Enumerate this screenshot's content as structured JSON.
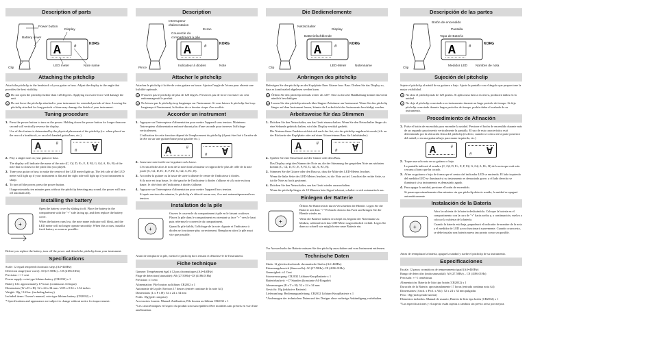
{
  "labels": {
    "en": {
      "power": "Power button",
      "battery_cover": "Battery cover",
      "display": "Display",
      "clip": "Clip",
      "led": "LED meter",
      "note": "Note name"
    },
    "fr": {
      "power": "Interrupteur d'alimentation",
      "cover": "Couvercle du compartiment à pile",
      "display": "Ecran",
      "clip": "Pince",
      "led": "Indicateur à diodes",
      "note": "Note"
    },
    "de": {
      "power": "Netzschalter",
      "cover": "Batteriefachblende",
      "display": "Display",
      "clip": "Clip",
      "led": "LED-Meter",
      "note": "Notenname"
    },
    "es": {
      "power": "Botón de encendido",
      "display": "Pantalla",
      "cover": "Tapa de Batería",
      "clip": "Clip",
      "led": "Medidor LED",
      "note": "Nombre de nota"
    }
  },
  "brand": "KORG",
  "display_char": "A",
  "display_sharp": "#",
  "en": {
    "h_parts": "Description of parts",
    "h_attach": "Attaching the pitchclip",
    "attach": "Attach the pitchclip to the headstock of your guitar or bass. Adjust the display to the angle that provides the best visibility.",
    "warn1": "Do not open the pitchclip further than 120 degrees. Applying excessive force will damage the unit.",
    "warn2": "Do not leave the pitchclip attached to your instrument for extended periods of time. Leaving the pitchclip attached for long periods of time may damage the finish of your instrument.",
    "h_tuning": "Tuning procedure",
    "s1": "Press the power button to turn on the power. Holding down the power button for longer than one second will vertically reverse the display.",
    "s1note": "Use of this feature is determined by the physical placement of the pitchclip (i.e. when placed on the rear of a headstock, or on a left handed guitar/bass, etc.)",
    "s2": "Play a single note on your guitar or bass.",
    "s2note": "The display will indicate the name of the note (C, C♯, D, E♭, E, F, F♯, G, G♯, A, B♭, B) of the note that is closest to the pitch that you played.",
    "s3": "Tune your guitar or bass to make the center of the LED meter light up. The left side of the LED meter will light up if your instrument is flat and the right side will light up if your instrument is sharp.",
    "s4": "To turn off the power, press the power button.",
    "s4note": "If approximately ten minutes pass without the pitchclip detecting any sound, the power will turn off automatically.",
    "h_battery": "Installing the battery",
    "b1": "Open the battery cover by sliding it off. Place the battery in the compartment with the \"+\" side facing up, and then replace the battery cover.",
    "b2": "When the battery runs low, the note name indicator will blink, and the LED meter will no longer operate smoothly. When this occurs, install a fresh battery as soon as possible.",
    "b3": "Before you replace the battery, turn off the power and detach the pitchclip from your instrument.",
    "h_specs": "Specifications",
    "sp1": "Scale: 12 equal tempered chromatic steps (A4=440Hz)",
    "sp2": "Detection range (sine wave): A0 (27.50Hz) – C8 (4186.01Hz)",
    "sp3": "Precision: +/-1 cent",
    "sp4": "Power supply: coin-type lithium battery (CR2032) x 1",
    "sp5": "Battery life: approximately 17 hours (continuous A4 input)",
    "sp6": "Dimensions (W x D x H): 52 x 24 x 34 mm / 2.05 x 0.94 x 1.34 inches",
    "sp7": "Weight: 18g / 0.63oz. (including battery)",
    "sp8": "Included items: Owner's manual, coin-type lithium battery (CR2032) x 1",
    "fn": "* Specifications and appearance are subject to change without notice for improvement."
  },
  "fr": {
    "h_parts": "Description",
    "h_attach": "Attacher le pitchclip",
    "attach": "Attachez le pitchclip à la tête de votre guitare ou basse. Ajustez l'angle de l'écran pour obtenir une lisibilité optimale.",
    "warn1": "N'ouvrez pas le pitchclip de plus de 120 degrés. N'exercez pas de force excessive car cela endommagerait le produit.",
    "warn2": "Ne laissez pas le pitchclip trop longtemps sur l'instrument. Si vous laissez le pitchclip fixé trop longtemps à l'instrument, la finition de ce dernier risque d'en souffrir.",
    "h_tuning": "Accorder un instrument",
    "s1": "Appuyez sur l'interrupteur d'alimentation pour mettre l'appareil sous tension. Maintenez l'interrupteur d'alimentation enfoncé durant plus d'une seconde pour inverser l'affichage verticalement.",
    "s1note": "L'utilisation de cette fonction dépend de l'emplacement du pitchclip (il peut être fixé à l'arrière de la tête ou sur une guitare/basse pour gaucher etc.).",
    "s2": "Jouez une note isolée sur la guitare ou la basse.",
    "s2note": "L'écran affiche alors le nom de la note dont la hauteur se rapproche le plus de celle de la note jouée (C, C♯, D, E♭, E, F, F♯, G, G♯, A, B♭, B).",
    "s3": "Accordez la guitare ou la basse de sorte à allumer le centre de l'indicateur à diodes.",
    "s3note": "Si la note est trop basse, le côté gauche de l'indicateur à diodes s'allume et si la note est trop haute, le côté droit de l'indicateur à diodes s'allume.",
    "s4": "Appuyez sur l'interrupteur d'alimentation pour mettre l'appareil hors tension.",
    "s4note": "Si après environ dix minutes, le pitchclip n'a détecté aucun son, il se met automatiquement hors tension.",
    "h_battery": "Installation de la pile",
    "b1": "Ouvrez le couvercle du compartiment à pile en le faisant coulisser. Placez la pile dans le compartiment en orientant sa face \"+\" vers le haut puis refermez le couvercle du compartiment.",
    "b2": "Quand la pile faiblit, l'affichage de la note clignote et l'indicateur à diodes ne fonctionne plus correctement. Remplacez alors la pile aussi vite que possible.",
    "b3": "Avant de remplacer la pile, mettez le pitchclip hors tension et détachez-le de l'instrument.",
    "h_specs": "Fiche technique",
    "sp1": "Gamme: Tempérament égal à 12 pas chromatiques (A4=440Hz)",
    "sp2": "Plage de détection (sinusoïde): A0 (27.50Hz)~C8 (4186.01Hz)",
    "sp3": "Précision: ±1 cent",
    "sp4": "Alimentation: Pile bouton au lithium CR2032 x 1",
    "sp5": "Autonomie de la pile: Environ 17 heures (entrée continue de la note A4)",
    "sp6": "Dimensions (L x P x H): 52 x 24 x 34 mm",
    "sp7": "Poids: 18g (pile comprise)",
    "sp8": "Accessoires fournis: Manuel d'utilisation, Pile bouton au lithium CR2032 x 1",
    "fn": "*Les caractéristiques et l'aspect du produit sont susceptibles d'être modifiés sans préavis en vue d'une amélioration."
  },
  "de": {
    "h_parts": "Die Bedienelemente",
    "h_attach": "Anbringen des pitchclip",
    "attach": "Befestigen Sie den pitchclip an der Kopfplatte Ihrer Gitarre bzw. Bass. Drehen Sie das Display so, dass es komfortabel abgelesen werden kann.",
    "warn1": "Öffnen Sie den pitchclip niemals weiter als 120°. Eine zu forsche Handhabung könnte das Gerät nämlich beschädigen.",
    "warn2": "Lassen Sie den pitchclip niemals über längere Zeiträume am Instrument. Wenn Sie den pitchclip länger auf dem Instrument lassen, könnte die Lackschicht des Instruments beschädigt werden.",
    "h_tuning": "Arbeitsweise für das Stimmen",
    "s1": "Drücken Sie den Netzschalter, um das Gerät einzuschalten. Wenn Sie den Netzschalter länger als eine Sekunde gedrückt halten, wird das Display vertikal gedreht.",
    "s1note": "Die Nutzen dieser Funktion richtet sich nach der Art, wie der pitchclip angebracht wurde (d.h. an der Rückseite der Kopfplatte oder auf einer Gitarre/einem Bass für Linkshänder.)",
    "s2": "Spielen Sie eine Einzelnote auf der Gitarre oder dem Bass.",
    "s2note": "Das Display zeigt den Namen der Note an, die der Stimmung der gespielten Note am nächsten kommt (C, C♯, D, E♭, E, F, F♯, G, G♯, A, B♭, B).",
    "s3": "Stimmen Sie die Gitarre oder den Bass so, dass die Mitte des LED-Meters leuchtet.",
    "s3note": "Wenn die linke Seite des LED-Meters leuchtet, ist die Note zu tief. Leuchtet die rechte Seite, so ist die Note zu hoch gestimmt.",
    "s4": "Drücken Sie den Netzschalter, um das Gerät wieder auszuschalten.",
    "s4note": "Wenn der pitchclip länger als 10 Minuten kein Signal erkennt, schaltet er sich automatisch aus.",
    "h_battery": "Einlegen der Batterie",
    "b1": "Öffnen Sie Batteriefach durch Verschieben der Blende. Legen Sie die Batterie mit dem \"+\"-Pol nach oben in das Fach und bringen Sie die Blende wieder an.",
    "b2": "Wenn die Batterie nahezu erschöpft ist, beginnt der Notenname zu blinken, während sich das LED-Meter ungewöhnlich verhält. Legen Sie dann so schnell wie möglich eine neue Batterie ein.",
    "b3": "Vor Auswechseln der Batterie müssen Sie den pitchclip ausschalten und vom Instrument entfernen.",
    "h_specs": "Technische Daten",
    "sp1": "Skala: 12 gleichschwebende chromatische Stufen (A4=440Hz)",
    "sp2": "Erkennungsbereich (Sinuswelle): A0 (27.50Hz)~C8 (4186.01Hz)",
    "sp3": "Genauigkeit: ±1 Cent",
    "sp4": "Stromversorgung: CR2032 Lithium-Knopfbatterie x 1",
    "sp5": "Batterielaufzeit: ~17 Stunden (konstante A4-Eingabe)",
    "sp6": "Abmessungen (B x T x H): 52 x 24 x 34 mm",
    "sp7": "Gewicht: 18g (inklusive Batterie)",
    "sp8": "Lieferumfang: Bedienungsanleitung, CR2032 Lithium-Knopfbatterie x 1",
    "fn": "*Änderungen der technischen Daten und des Designs ohne vorherige Ankündigung vorbehalten."
  },
  "es": {
    "h_parts": "Descripción de las partes",
    "h_attach": "Sujeción del pitchclip",
    "attach": "Sujete el pitchclip al mástil de su guitarra o bajo. Ajuste la pantalla con el ángulo que proporcione la mejor visibilidad.",
    "warn1": "No abra el pitchclip más de 120 grados. Si aplica una fuerza excesiva, producirá daños en la unidad.",
    "warn2": "No deje el pitchclip conectado a su instrumento durante un largo periodo de tiempo. Si deja pitchclip conectado durante largos períodos de tiempo, podría dañar el acabado de su instrumento.",
    "h_tuning": "Procedimiento de Afinación",
    "s1": "Pulse el botón de encendido para encender la unidad. Presione el botón de encendido durante más de un segundo para invertir verticalmente la pantalla. El uso de esta característica está determinado por la ubicación física del pitchclip (es decir, cuando se coloca en la parte posterior del mástil, o en una guitarra/bajo para mano izquierda, etc.)",
    "s2": "Toque una sola nota en su guitarra o bajo.",
    "s2note": "La pantalla indicará el nombre (C, C♯, D, E♭, E, F, F♯, G, G♯, A, B♭, B) de la nota que está más cercana al tono que ha tocado.",
    "s3": "Afine su guitarra o bajo de forma que el centro del indicador LED se encienda. El lado izquierdo del medidor LED se iluminará si su instrumento es demasiado grave, y el lado derecho se iluminará si su instrumento es demasiado agudo.",
    "s4": "Para apagar la unidad, presione el botón de encendido.",
    "s4note": "Si pasan aproximadamente diez minutos sin que pitchclip detecte sonido, la unidad se apagará automáticamente",
    "h_battery": "Instalación de la Batería",
    "b1": "Abra la cubierta de la batería deslizándola. Coloque la batería en el compartimento con la cara de \"+\" hacia arriba y, a continuación, vuelva a colocar la cubierta de la batería.",
    "b2": "Cuando la batería está baja, parpadeará el indicador de nombre de la nota y el medidor de LED ya no funcionará suavemente. Cuando ocurra esto, se debe instalar una batería nueva tan pronto como sea posible.",
    "b3": "Antes de reemplazar la batería, apague la unidad y suelte el pitchclip de su instrumento.",
    "h_specs": "Especificaciones",
    "sp1": "Escala: 12 pasos cromáticos de temperamento igual (A4=440Hz)",
    "sp2": "Rango de detección (onda sinusoidal): A0 (27.50Hz) – C8 (4186.01Hz)",
    "sp3": "Precisión: +/-1 centésimas",
    "sp4": "Alimentación: Batería de litio tipo botón (CR2032) x 1",
    "sp5": "Duración de la Batería: aproximadamente 17 horas (entrada continua nota A4)",
    "sp6": "Dimensiones (Anch. x Prof. x Alt.): 52 x 24 x 34 mm pulgadas",
    "sp7": "Peso: 18g (incluyendo batería)",
    "sp8": "Elementos incluidos: Manual de usuario, Batería de litio tipo botón (CR2032) x 1",
    "fn": "*Las especificaciones y el aspecto están sujetas a cambios sin previo aviso por mejora."
  }
}
